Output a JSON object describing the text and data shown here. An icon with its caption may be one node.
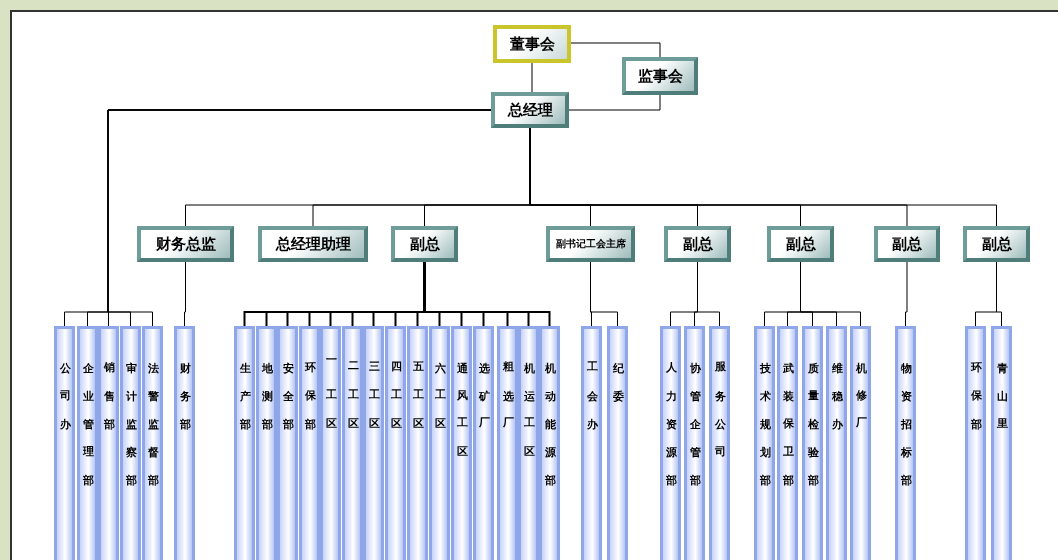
{
  "diagram": {
    "nodes": [
      {
        "text": [
          "董事会"
        ]
      },
      {
        "text": [
          "监事会"
        ]
      },
      {
        "text": [
          "总经理"
        ]
      },
      {
        "text": [
          "财务总监"
        ]
      },
      {
        "text": [
          "总经理助理"
        ]
      },
      {
        "text": [
          "副总"
        ]
      },
      {
        "text": [
          "副书记工会主席"
        ]
      },
      {
        "text": [
          "副总"
        ]
      },
      {
        "text": [
          "副总"
        ]
      },
      {
        "text": [
          "副总"
        ]
      },
      {
        "text": [
          "副总"
        ]
      },
      {
        "text": [
          "公司办"
        ]
      },
      {
        "text": [
          "企业管理部"
        ]
      },
      {
        "text": [
          "销售部"
        ]
      },
      {
        "text": [
          "审计监察部"
        ]
      },
      {
        "text": [
          "法警监督部"
        ]
      },
      {
        "text": [
          "财务部"
        ]
      },
      {
        "text": [
          "生产部"
        ]
      },
      {
        "text": [
          "地测部"
        ]
      },
      {
        "text": [
          "安全部"
        ]
      },
      {
        "text": [
          "环保部"
        ]
      },
      {
        "text": [
          "一工区"
        ]
      },
      {
        "text": [
          "二工区"
        ]
      },
      {
        "text": [
          "三工区"
        ]
      },
      {
        "text": [
          "四工区"
        ]
      },
      {
        "text": [
          "五工区"
        ]
      },
      {
        "text": [
          "六工区"
        ]
      },
      {
        "text": [
          "通风工区"
        ]
      },
      {
        "text": [
          "选矿厂"
        ]
      },
      {
        "text": [
          "粗选厂"
        ]
      },
      {
        "text": [
          "机运工区"
        ]
      },
      {
        "text": [
          "机动能源部"
        ]
      },
      {
        "text": [
          "工会办"
        ]
      },
      {
        "text": [
          "纪委"
        ]
      },
      {
        "text": [
          "人力资源部"
        ]
      },
      {
        "text": [
          "协管企管部"
        ]
      },
      {
        "text": [
          "服务公司"
        ]
      },
      {
        "text": [
          "技术规划部"
        ]
      },
      {
        "text": [
          "武装保卫部"
        ]
      },
      {
        "text": [
          "质量检验部"
        ]
      },
      {
        "text": [
          "维稳办"
        ]
      },
      {
        "text": [
          "机修厂"
        ]
      },
      {
        "text": [
          "物资招标部"
        ]
      },
      {
        "text": [
          "环保部"
        ]
      },
      {
        "text": [
          "青山里"
        ]
      }
    ],
    "edges": [
      {
        "from": 0,
        "to": 2,
        "arrow": "none"
      },
      {
        "from": 0,
        "to": 1,
        "arrow": "none"
      },
      {
        "from": 1,
        "to": 2,
        "arrow": "none"
      },
      {
        "from": 2,
        "to": 3,
        "arrow": "none"
      },
      {
        "from": 2,
        "to": 4,
        "arrow": "none"
      },
      {
        "from": 2,
        "to": 5,
        "arrow": "none"
      },
      {
        "from": 2,
        "to": 6,
        "arrow": "none"
      },
      {
        "from": 2,
        "to": 7,
        "arrow": "none"
      },
      {
        "from": 2,
        "to": 8,
        "arrow": "none"
      },
      {
        "from": 2,
        "to": 9,
        "arrow": "none"
      },
      {
        "from": 2,
        "to": 10,
        "arrow": "none"
      },
      {
        "from": 2,
        "to": 11,
        "arrow": "none"
      },
      {
        "from": 2,
        "to": 12,
        "arrow": "none"
      },
      {
        "from": 2,
        "to": 13,
        "arrow": "none"
      },
      {
        "from": 2,
        "to": 14,
        "arrow": "none"
      },
      {
        "from": 2,
        "to": 15,
        "arrow": "none"
      },
      {
        "from": 3,
        "to": 16,
        "arrow": "none"
      },
      {
        "from": 5,
        "to": 17,
        "arrow": "none"
      },
      {
        "from": 5,
        "to": 18,
        "arrow": "none"
      },
      {
        "from": 5,
        "to": 19,
        "arrow": "none"
      },
      {
        "from": 5,
        "to": 20,
        "arrow": "none"
      },
      {
        "from": 5,
        "to": 21,
        "arrow": "none"
      },
      {
        "from": 5,
        "to": 22,
        "arrow": "none"
      },
      {
        "from": 5,
        "to": 23,
        "arrow": "none"
      },
      {
        "from": 5,
        "to": 24,
        "arrow": "none"
      },
      {
        "from": 5,
        "to": 25,
        "arrow": "none"
      },
      {
        "from": 5,
        "to": 26,
        "arrow": "none"
      },
      {
        "from": 5,
        "to": 27,
        "arrow": "none"
      },
      {
        "from": 5,
        "to": 28,
        "arrow": "none"
      },
      {
        "from": 5,
        "to": 29,
        "arrow": "none"
      },
      {
        "from": 5,
        "to": 30,
        "arrow": "none"
      },
      {
        "from": 5,
        "to": 31,
        "arrow": "none"
      },
      {
        "from": 6,
        "to": 32,
        "arrow": "none"
      },
      {
        "from": 6,
        "to": 33,
        "arrow": "none"
      },
      {
        "from": 7,
        "to": 34,
        "arrow": "none"
      },
      {
        "from": 7,
        "to": 35,
        "arrow": "none"
      },
      {
        "from": 7,
        "to": 36,
        "arrow": "none"
      },
      {
        "from": 8,
        "to": 37,
        "arrow": "none"
      },
      {
        "from": 8,
        "to": 38,
        "arrow": "none"
      },
      {
        "from": 8,
        "to": 39,
        "arrow": "none"
      },
      {
        "from": 8,
        "to": 40,
        "arrow": "none"
      },
      {
        "from": 8,
        "to": 41,
        "arrow": "none"
      },
      {
        "from": 9,
        "to": 42,
        "arrow": "none"
      },
      {
        "from": 10,
        "to": 43,
        "arrow": "none"
      },
      {
        "from": 10,
        "to": 44,
        "arrow": "none"
      }
    ]
  }
}
